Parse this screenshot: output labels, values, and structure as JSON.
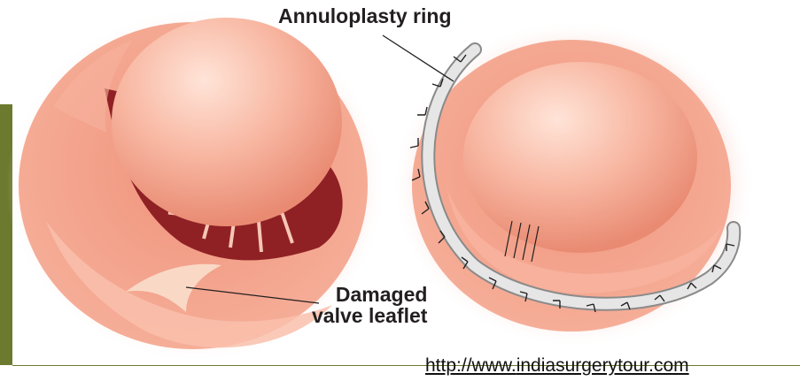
{
  "labels": {
    "annuloplasty_ring": "Annuloplasty ring",
    "damaged_line1": "Damaged",
    "damaged_line2": "valve leaflet"
  },
  "source_url_prefix": "http://www.",
  "source_url_rest": "indiasurgerytour.com",
  "colors": {
    "accent_bar": "#6b7a2e",
    "tissue": "#f4a58e",
    "tissue_dark": "#8c2021",
    "ring": "#e4e4e4"
  }
}
